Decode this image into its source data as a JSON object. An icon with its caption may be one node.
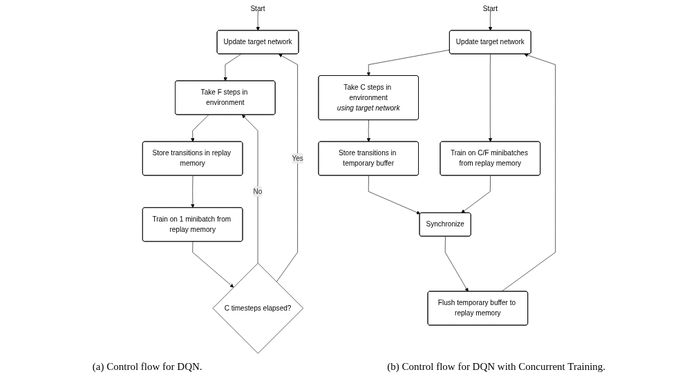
{
  "diagram": {
    "nodes": [
      {
        "text": [
          "Start"
        ]
      },
      {
        "text": [
          "Update target network"
        ]
      },
      {
        "text": [
          "Take F steps in environment"
        ]
      },
      {
        "text": [
          "Store transitions in replay memory"
        ]
      },
      {
        "text": [
          "Train on 1 minibatch from replay memory"
        ]
      },
      {
        "text": [
          "C timesteps elapsed?"
        ]
      },
      {
        "text": [
          "Start"
        ]
      },
      {
        "text": [
          "Update target network"
        ]
      },
      {
        "text": [
          "Take C steps in environment",
          "using target network"
        ]
      },
      {
        "text": [
          "Train on C/F minibatches from replay memory"
        ]
      },
      {
        "text": [
          "Store transitions in temporary buffer"
        ]
      },
      {
        "text": [
          "Synchronize"
        ]
      },
      {
        "text": [
          "Flush temporary buffer to replay memory"
        ]
      }
    ],
    "edges": [
      {
        "from": 0,
        "to": 1,
        "arrow": "to"
      },
      {
        "from": 1,
        "to": 2,
        "arrow": "to"
      },
      {
        "from": 2,
        "to": 3,
        "arrow": "to"
      },
      {
        "from": 3,
        "to": 4,
        "arrow": "to"
      },
      {
        "from": 4,
        "to": 5,
        "arrow": "to"
      },
      {
        "from": 5,
        "to": 2,
        "arrow": "to",
        "label": "No"
      },
      {
        "from": 5,
        "to": 1,
        "arrow": "to",
        "label": "Yes"
      },
      {
        "from": 6,
        "to": 7,
        "arrow": "to"
      },
      {
        "from": 7,
        "to": 8,
        "arrow": "to"
      },
      {
        "from": 7,
        "to": 9,
        "arrow": "to"
      },
      {
        "from": 8,
        "to": 10,
        "arrow": "to"
      },
      {
        "from": 10,
        "to": 11,
        "arrow": "to"
      },
      {
        "from": 9,
        "to": 11,
        "arrow": "to"
      },
      {
        "from": 11,
        "to": 12,
        "arrow": "to"
      },
      {
        "from": 12,
        "to": 7,
        "arrow": "to"
      }
    ],
    "labels": [
      "(a) Control flow for DQN.",
      "(b) Control flow for DQN with Concurrent Training."
    ]
  }
}
